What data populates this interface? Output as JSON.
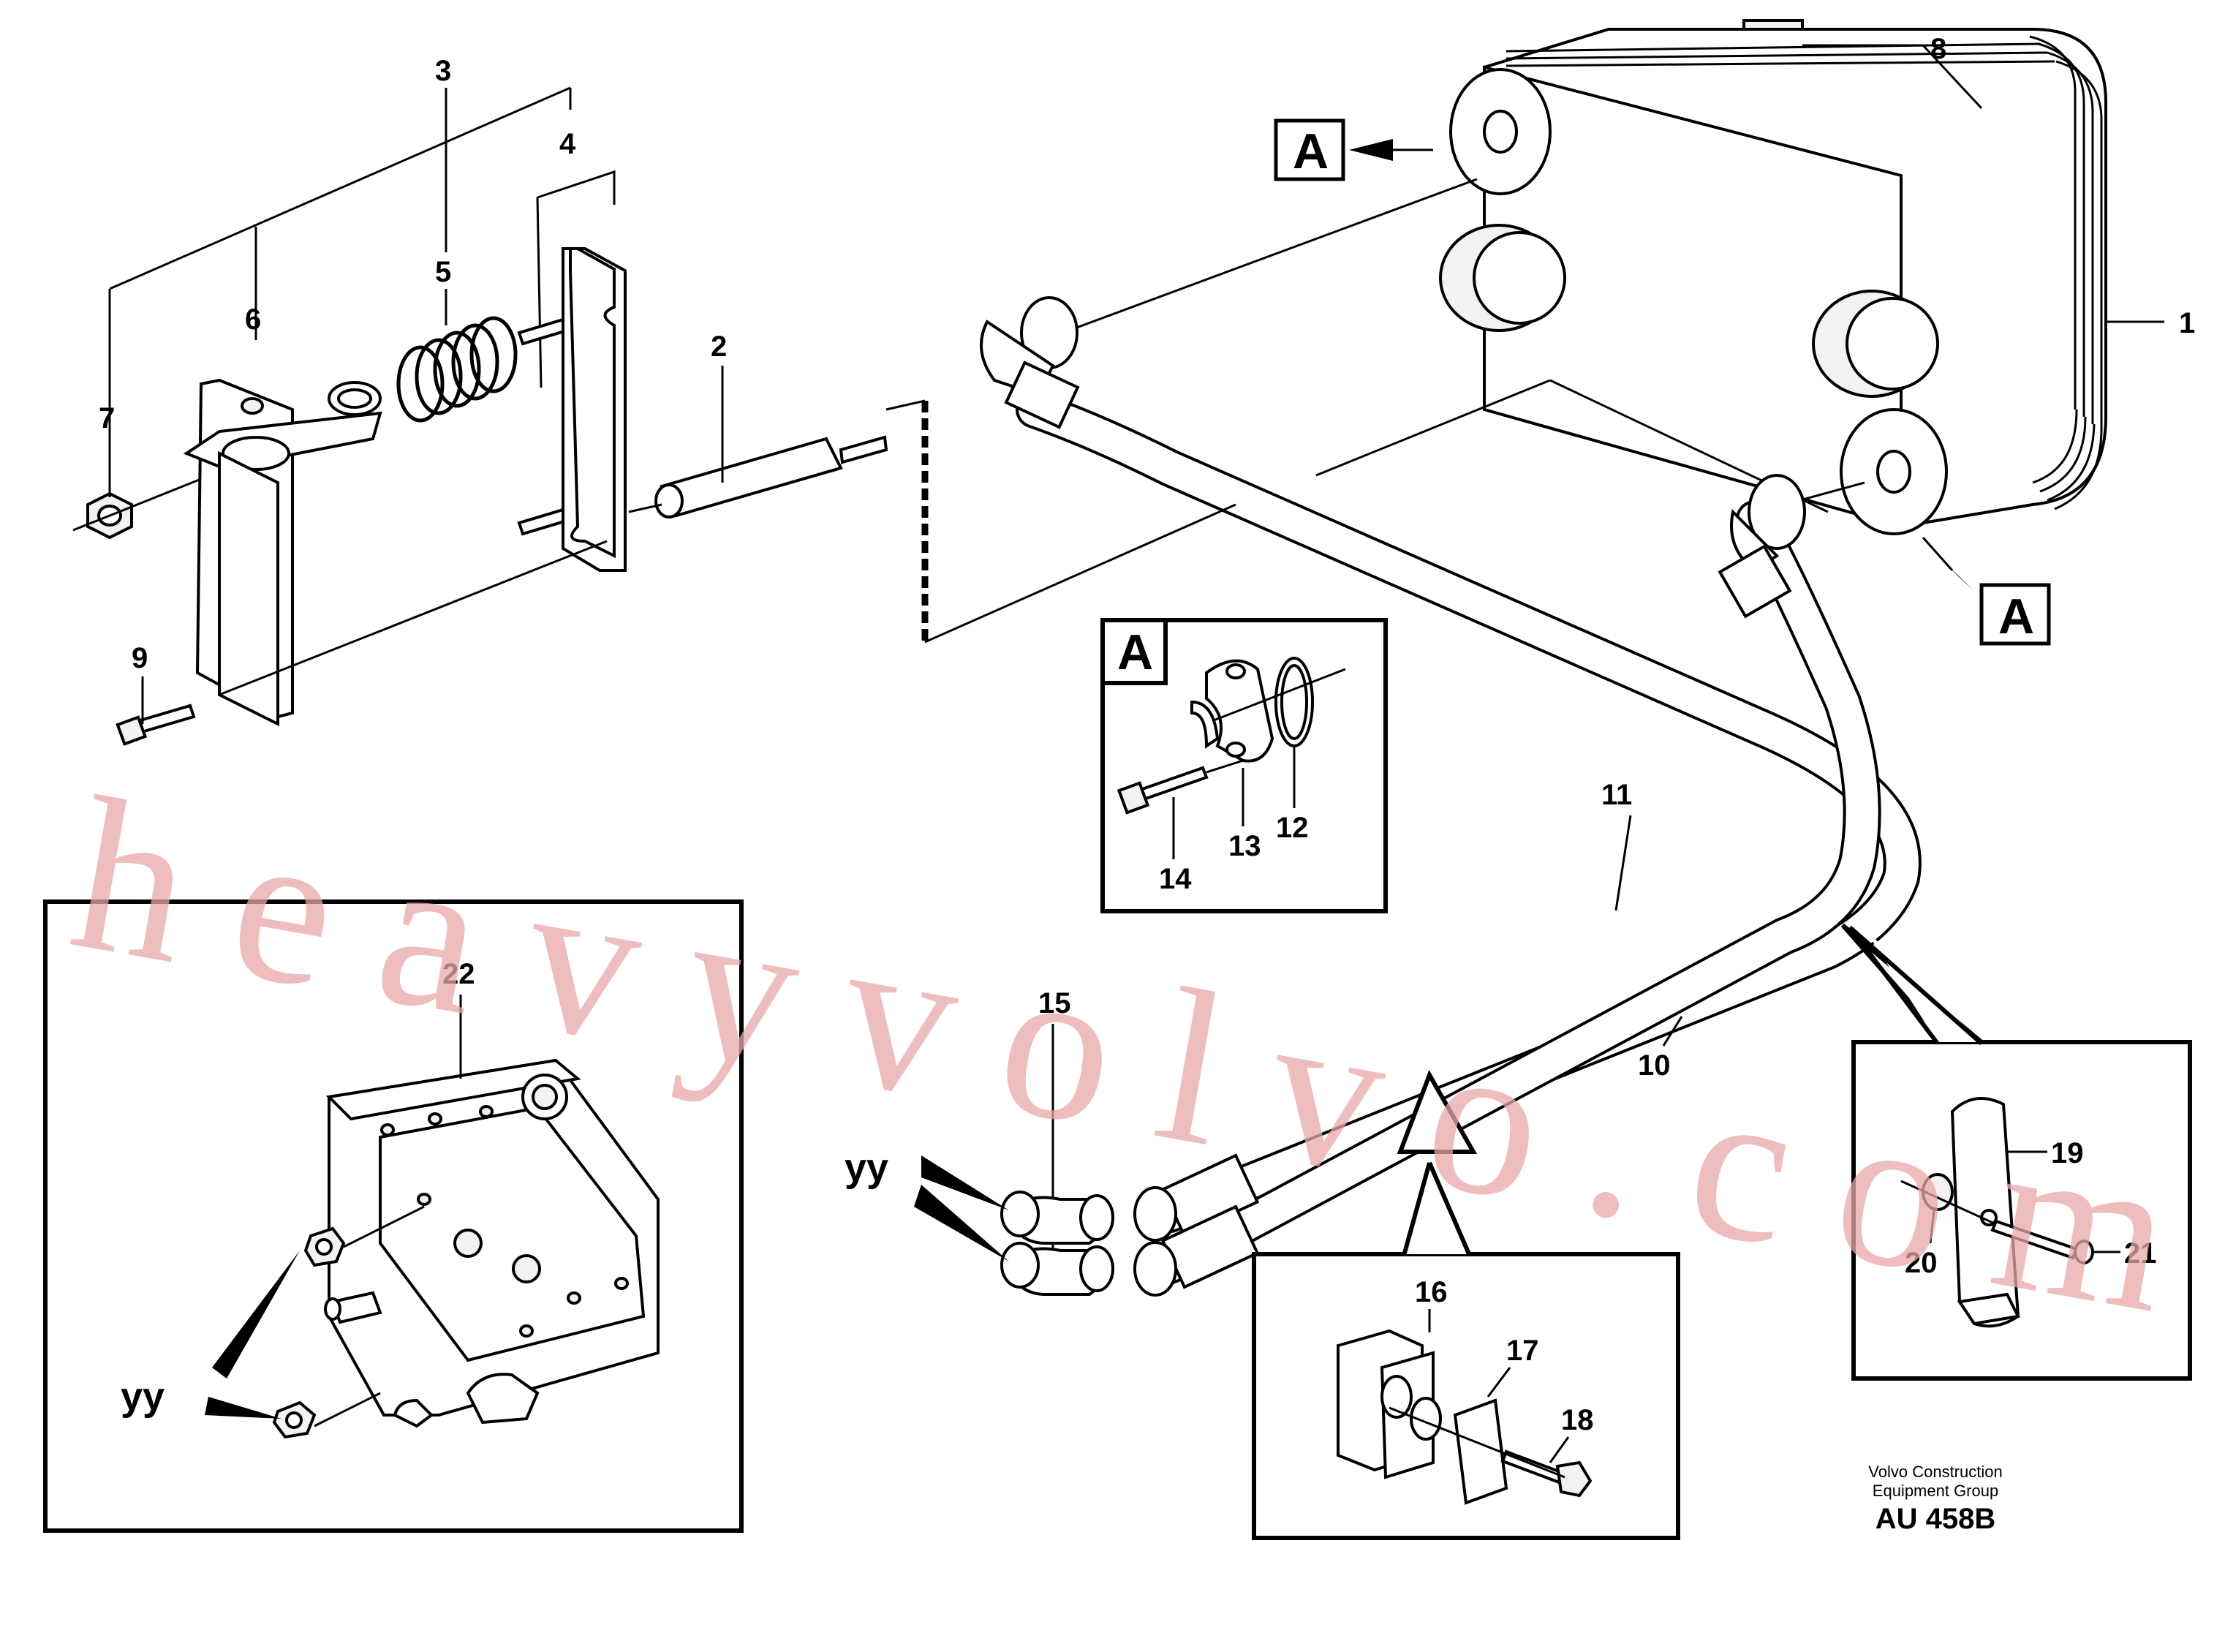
{
  "labels": {
    "p1": "1",
    "p2": "2",
    "p3": "3",
    "p4": "4",
    "p5": "5",
    "p6": "6",
    "p7": "7",
    "p8": "8",
    "p9": "9",
    "p10": "10",
    "p11": "11",
    "p12": "12",
    "p13": "13",
    "p14": "14",
    "p15": "15",
    "p16": "16",
    "p17": "17",
    "p18": "18",
    "p19": "19",
    "p20": "20",
    "p21": "21",
    "p22": "22"
  },
  "refs": {
    "a_top": "A",
    "a_right": "A",
    "a_detail": "A",
    "yy_left": "yy",
    "yy_right": "yy"
  },
  "footer": {
    "line1": "Volvo Construction",
    "line2": "Equipment Group",
    "code": "AU 458B"
  },
  "watermark": "heavyvolvo.com"
}
